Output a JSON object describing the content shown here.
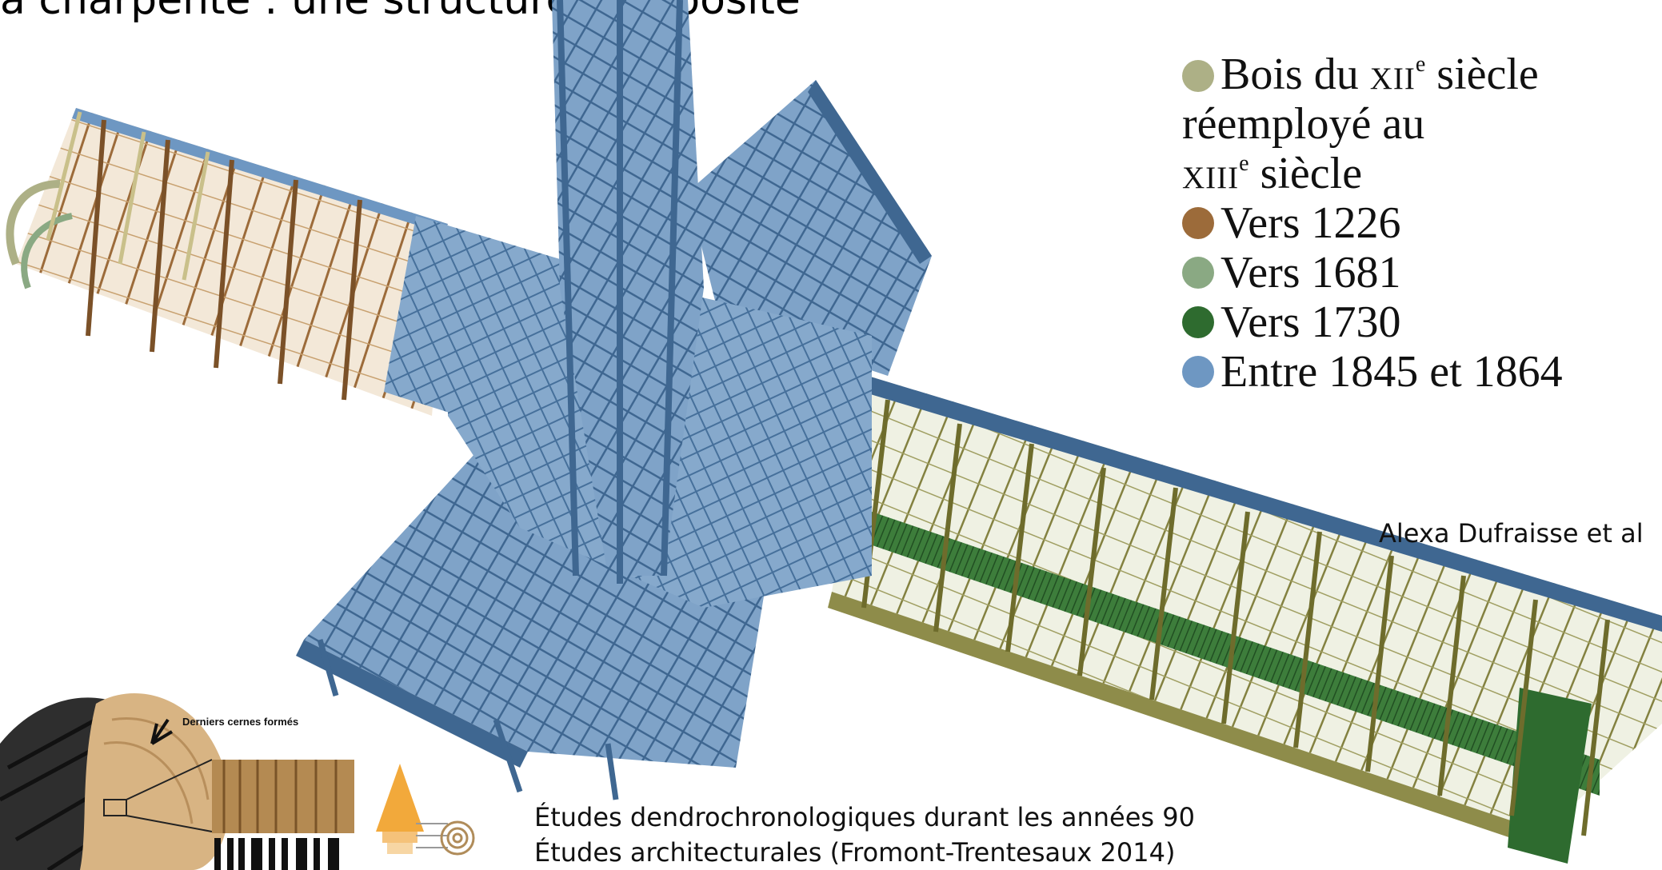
{
  "title": "a charpente : une structure composite",
  "colors": {
    "c12": "#adb086",
    "c1226": "#9c6b3a",
    "c1681": "#8aa983",
    "c1730": "#2e6b2f",
    "c1845": "#6e97c2",
    "steel_blue_dark": "#3f6791",
    "oak_light": "#d8b483",
    "olive_frame": "#7c7a36"
  },
  "legend": {
    "item1": {
      "line1_pre": "Bois du ",
      "line1_sc": "xii",
      "line1_sup": "e",
      "line1_post": " siècle",
      "line2": "réemployé au",
      "line3_sc": "xiii",
      "line3_sup": "e",
      "line3_post": " siècle"
    },
    "item2": "Vers 1226",
    "item3": "Vers 1681",
    "item4": "Vers 1730",
    "item5": "Entre 1845 et 1864"
  },
  "credit": "Alexa Dufraisse et al",
  "tree_label": "Derniers cernes formés",
  "caption": {
    "line1": "Études dendrochronologiques durant les années 90",
    "line2": "Études architecturales (Fromont-Trentesaux 2014)"
  }
}
